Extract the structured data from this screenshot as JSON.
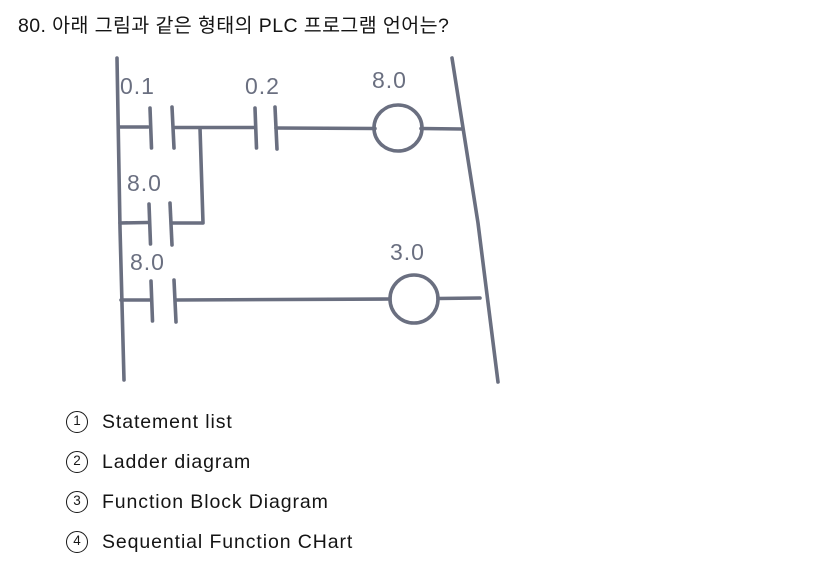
{
  "question": {
    "number": "80.",
    "text": "80. 아래 그림과 같은 형태의 PLC 프로그램 언어는?"
  },
  "figure": {
    "name": "ladder-logic-diagram",
    "style": "hand-drawn",
    "line_color": "#6a6f80",
    "rungs": [
      {
        "id": "rung-1",
        "contacts": [
          {
            "label": "0.1",
            "type": "normally-open"
          },
          {
            "label": "0.2",
            "type": "normally-open"
          }
        ],
        "coil": {
          "label": "8.0",
          "type": "output-coil"
        }
      },
      {
        "id": "rung-1-branch",
        "contacts": [
          {
            "label": "8.0",
            "type": "normally-open"
          }
        ],
        "coil": null
      },
      {
        "id": "rung-2",
        "contacts": [
          {
            "label": "8.0",
            "type": "normally-open"
          }
        ],
        "coil": {
          "label": "3.0",
          "type": "output-coil"
        }
      }
    ],
    "labels": {
      "contact_0_1": "0.1",
      "contact_0_2": "0.2",
      "coil_8_0": "8.0",
      "branch_contact_8_0": "8.0",
      "rung2_contact_8_0": "8.0",
      "coil_3_0": "3.0"
    }
  },
  "options": [
    {
      "marker": "1",
      "label": "Statement list"
    },
    {
      "marker": "2",
      "label": "Ladder diagram"
    },
    {
      "marker": "3",
      "label": "Function Block Diagram"
    },
    {
      "marker": "4",
      "label": "Sequential Function CHart"
    }
  ]
}
